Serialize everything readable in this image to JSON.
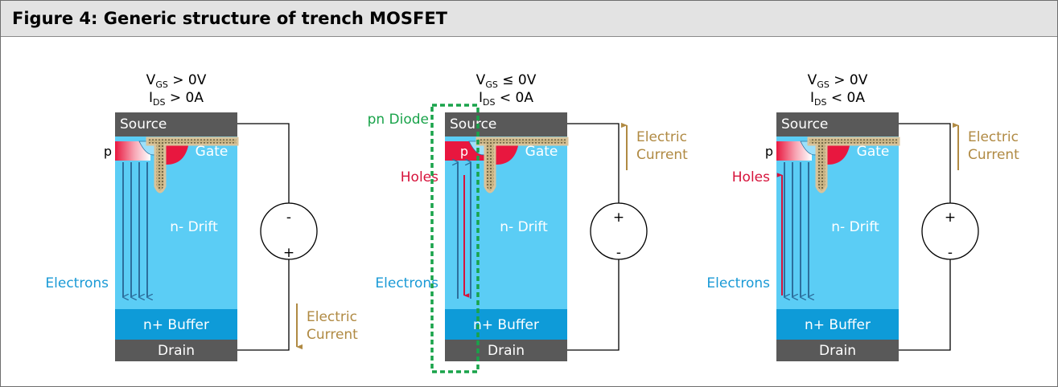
{
  "figure_title": "Figure 4: Generic structure of trench MOSFET",
  "colors": {
    "metal": "#595959",
    "drift": "#5bcdf5",
    "buffer": "#0e9bd8",
    "p_region": "#e8173f",
    "gate_outline": "#d9c39a",
    "electron_arrow": "#2d6f9d",
    "hole_arrow": "#d6133b",
    "current_arrow": "#b08a43",
    "diode_box": "#19a34a"
  },
  "layer_labels": {
    "source": "Source",
    "gate": "Gate",
    "drift": "n- Drift",
    "buffer": "n+ Buffer",
    "drain": "Drain",
    "p": "p"
  },
  "cells": [
    {
      "vgs_main": "V",
      "vgs_sub": "GS",
      "vgs_rel": " > 0V",
      "ids_main": "I",
      "ids_sub": "DS",
      "ids_rel": " > 0A",
      "electrons_label": "Electrons",
      "current_label_1": "Electric",
      "current_label_2": "Current",
      "supply_top": "-",
      "supply_bottom": "+"
    },
    {
      "vgs_main": "V",
      "vgs_sub": "GS",
      "vgs_rel": " ≤ 0V",
      "ids_main": "I",
      "ids_sub": "DS",
      "ids_rel": " < 0A",
      "diode_label": "pn  Diode",
      "holes_label": "Holes",
      "electrons_label": "Electrons",
      "current_label_1": "Electric",
      "current_label_2": "Current",
      "supply_top": "+",
      "supply_bottom": "-"
    },
    {
      "vgs_main": "V",
      "vgs_sub": "GS",
      "vgs_rel": " > 0V",
      "ids_main": "I",
      "ids_sub": "DS",
      "ids_rel": " < 0A",
      "holes_label": "Holes",
      "electrons_label": "Electrons",
      "current_label_1": "Electric",
      "current_label_2": "Current",
      "supply_top": "+",
      "supply_bottom": "-"
    }
  ]
}
